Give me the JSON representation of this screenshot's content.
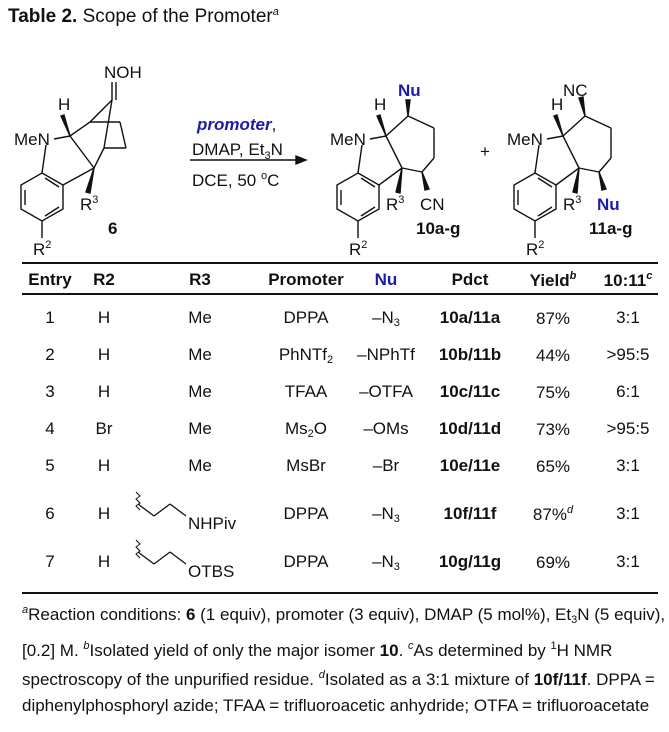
{
  "title": {
    "label": "Table 2.",
    "text": "Scope of the Promoter",
    "note": "a"
  },
  "scheme": {
    "sm": {
      "noh": "NOH",
      "h": "H",
      "men": "MeN",
      "r3": "R",
      "r3_sup": "3",
      "r2": "R",
      "r2_sup": "2",
      "label": "6"
    },
    "conditions": {
      "promoter": "promoter",
      "comma": ",",
      "line2a": "DMAP, Et",
      "line2_sub": "3",
      "line2b": "N",
      "line3a": "DCE, 50 ",
      "line3_sup": "o",
      "line3b": "C"
    },
    "p10": {
      "nu": "Nu",
      "h": "H",
      "men": "MeN",
      "r3": "R",
      "r3_sup": "3",
      "cn": "CN",
      "r2": "R",
      "r2_sup": "2",
      "label": "10a-g"
    },
    "plus": "+",
    "p11": {
      "nc": "NC",
      "h": "H",
      "men": "MeN",
      "r3": "R",
      "r3_sup": "3",
      "nu": "Nu",
      "r2": "R",
      "r2_sup": "2",
      "label": "11a-g"
    }
  },
  "table": {
    "headers": {
      "entry": "Entry",
      "r2": "R2",
      "r3": "R3",
      "promoter": "Promoter",
      "nu": "Nu",
      "pdct": "Pdct",
      "yield": "Yield",
      "yield_sup": "b",
      "ratio": "10:11",
      "ratio_sup": "c"
    },
    "rows": [
      {
        "entry": "1",
        "r2": "H",
        "r3": "Me",
        "promoter": "DPPA",
        "promoter_sub": "",
        "promoter_post": "",
        "nu": "–N",
        "nu_sub": "3",
        "pdct": "10a/11a",
        "yield": "87%",
        "yield_sup": "",
        "ratio": "3:1"
      },
      {
        "entry": "2",
        "r2": "H",
        "r3": "Me",
        "promoter": "PhNTf",
        "promoter_sub": "2",
        "promoter_post": "",
        "nu": "–NPhTf",
        "nu_sub": "",
        "pdct": "10b/11b",
        "yield": "44%",
        "yield_sup": "",
        "ratio": ">95:5"
      },
      {
        "entry": "3",
        "r2": "H",
        "r3": "Me",
        "promoter": "TFAA",
        "promoter_sub": "",
        "promoter_post": "",
        "nu": "–OTFA",
        "nu_sub": "",
        "pdct": "10c/11c",
        "yield": "75%",
        "yield_sup": "",
        "ratio": "6:1"
      },
      {
        "entry": "4",
        "r2": "Br",
        "r3": "Me",
        "promoter": "Ms",
        "promoter_sub": "2",
        "promoter_post": "O",
        "nu": "–OMs",
        "nu_sub": "",
        "pdct": "10d/11d",
        "yield": "73%",
        "yield_sup": "",
        "ratio": ">95:5"
      },
      {
        "entry": "5",
        "r2": "H",
        "r3": "Me",
        "promoter": "MsBr",
        "promoter_sub": "",
        "promoter_post": "",
        "nu": "–Br",
        "nu_sub": "",
        "pdct": "10e/11e",
        "yield": "65%",
        "yield_sup": "",
        "ratio": "3:1"
      },
      {
        "entry": "6",
        "r2": "H",
        "r3": "NHPiv",
        "r3_chain": true,
        "promoter": "DPPA",
        "promoter_sub": "",
        "promoter_post": "",
        "nu": "–N",
        "nu_sub": "3",
        "pdct": "10f/11f",
        "yield": "87%",
        "yield_sup": "d",
        "ratio": "3:1"
      },
      {
        "entry": "7",
        "r2": "H",
        "r3": "OTBS",
        "r3_chain": true,
        "promoter": "DPPA",
        "promoter_sub": "",
        "promoter_post": "",
        "nu": "–N",
        "nu_sub": "3",
        "pdct": "10g/11g",
        "yield": "69%",
        "yield_sup": "",
        "ratio": "3:1"
      }
    ]
  },
  "footnotes": {
    "a_sup": "a",
    "a1": "Reaction conditions: ",
    "a_b1": "6",
    "a2": " (1 equiv), promoter (3 equiv), DMAP (5 mol%), Et",
    "a_sub": "3",
    "a3": "N (5 equiv), [0.2] M. ",
    "b_sup": "b",
    "b1": "Isolated yield of only the major isomer ",
    "b_b": "10",
    "b2": ". ",
    "c_sup": "c",
    "c1": "As determined by ",
    "c_sup2": "1",
    "c2": "H NMR spectroscopy of the unpurified residue. ",
    "d_sup": "d",
    "d1": "Isolated as a 3:1 mixture of ",
    "d_b": "10f/11f",
    "d2": ". DPPA = diphenylphosphoryl azide; TFAA = trifluoroacetic anhydride; OTFA = trifluoroacetate"
  }
}
